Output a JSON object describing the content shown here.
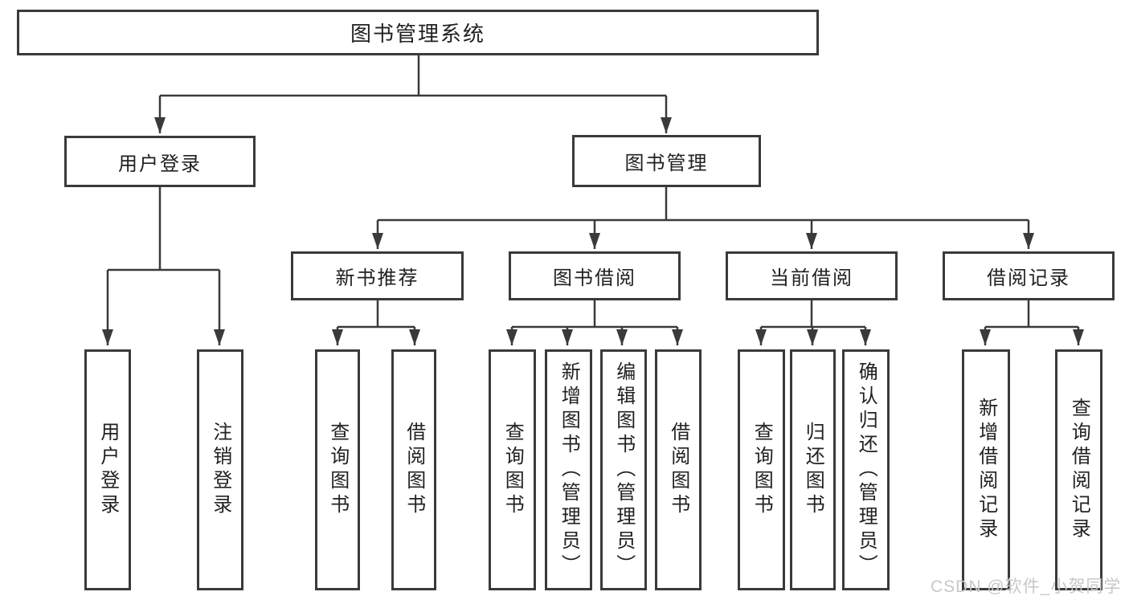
{
  "colors": {
    "line": "#3a3a3a",
    "text": "#212121",
    "background": "#ffffff",
    "watermark_color": "#c8c8c8"
  },
  "tree": {
    "root": "图书管理系统",
    "children": [
      {
        "label": "用户登录",
        "leaves": [
          "用户登录",
          "注销登录"
        ]
      },
      {
        "label": "图书管理",
        "children": [
          {
            "label": "新书推荐",
            "leaves": [
              "查询图书",
              "借阅图书"
            ]
          },
          {
            "label": "图书借阅",
            "leaves": [
              "查询图书",
              "新增图书（管理员）",
              "编辑图书（管理员）",
              "借阅图书"
            ]
          },
          {
            "label": "当前借阅",
            "leaves": [
              "查询图书",
              "归还图书",
              "确认归还（管理员）"
            ]
          },
          {
            "label": "借阅记录",
            "leaves": [
              "新增借阅记录",
              "查询借阅记录"
            ]
          }
        ]
      }
    ]
  },
  "watermark": "CSDN @软件_小贺同学"
}
